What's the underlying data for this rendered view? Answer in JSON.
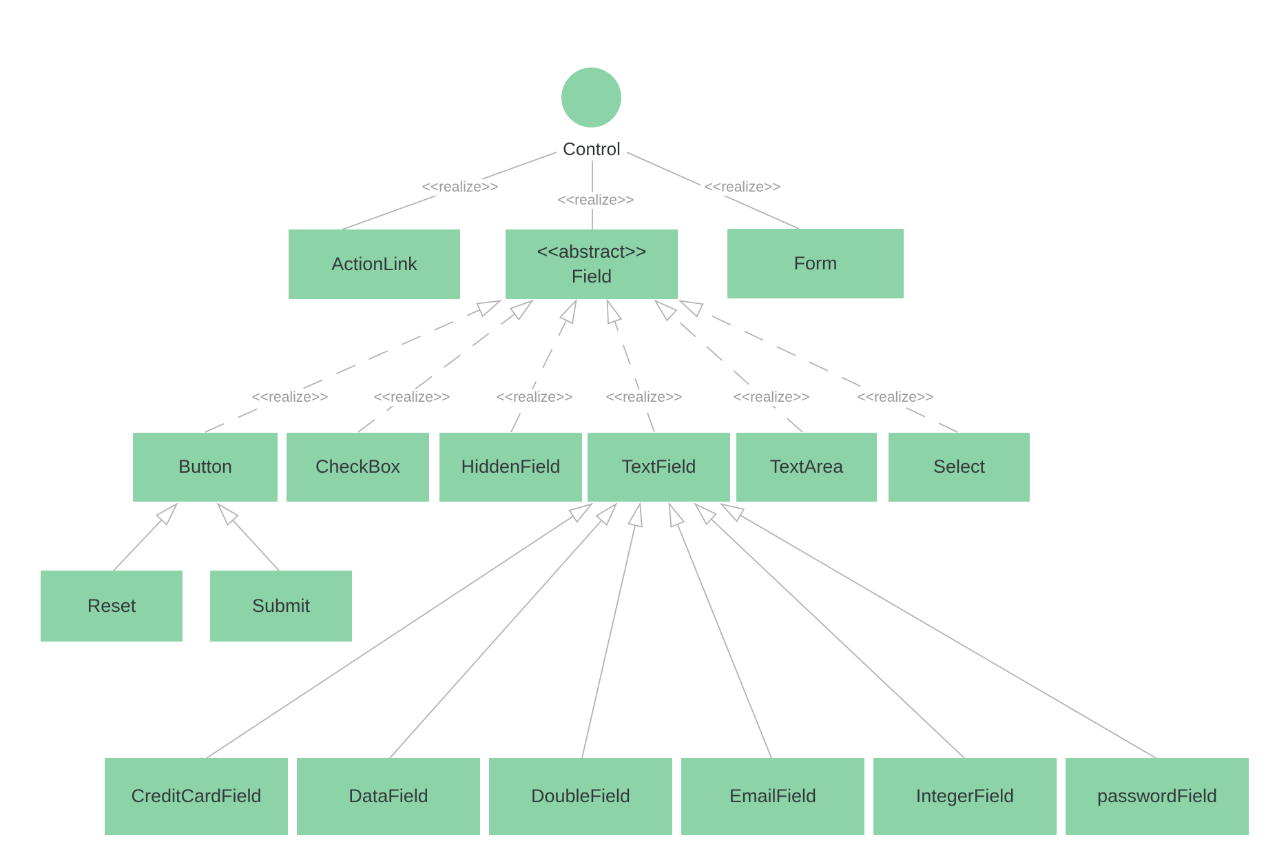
{
  "colors": {
    "node_fill": "#8cd3a7",
    "edge_gray": "#b3b3b3",
    "stereotype_gray": "#9a9a9a",
    "node_text": "#33393b",
    "background": "#ffffff"
  },
  "diagram": {
    "type": "uml-class-realization-hierarchy",
    "stereotype_realize": "<<realize>>",
    "root": {
      "label": "Control",
      "shape": "interface-circle"
    },
    "level1": [
      {
        "label": "ActionLink"
      },
      {
        "stereotype": "<<abstract>>",
        "label": "Field"
      },
      {
        "label": "Form"
      }
    ],
    "level2": [
      {
        "label": "Button"
      },
      {
        "label": "CheckBox"
      },
      {
        "label": "HiddenField"
      },
      {
        "label": "TextField"
      },
      {
        "label": "TextArea"
      },
      {
        "label": "Select"
      }
    ],
    "button_children": [
      {
        "label": "Reset"
      },
      {
        "label": "Submit"
      }
    ],
    "textfield_children": [
      {
        "label": "CreditCardField"
      },
      {
        "label": "DataField"
      },
      {
        "label": "DoubleField"
      },
      {
        "label": "EmailField"
      },
      {
        "label": "IntegerField"
      },
      {
        "label": "passwordField"
      }
    ]
  }
}
